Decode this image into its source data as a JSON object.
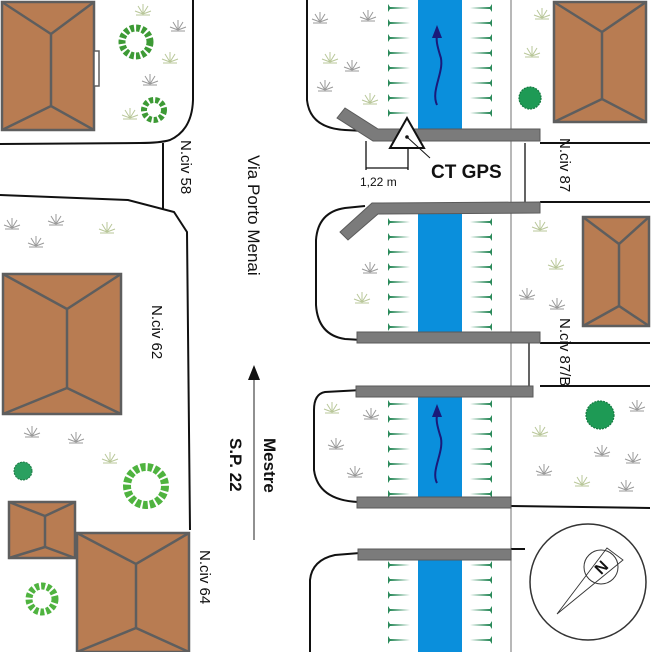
{
  "map": {
    "street": {
      "name": "Via Porto Menai",
      "road_code": "S.P. 22",
      "direction": "Mestre"
    },
    "house_numbers": [
      "N.civ 58",
      "N.civ 62",
      "N.civ 64",
      "N.civ 87",
      "N.civ 87/B"
    ],
    "control_point": {
      "label": "CT GPS",
      "offset_measure": "1,22 m"
    },
    "compass": {
      "letter": "N"
    },
    "colors": {
      "roof": "#b87c52",
      "canal": "#0a8fdc",
      "bridge": "#7b7b7b",
      "vegetation": "#2a8a5a",
      "flow_arrow": "#1a1a7a"
    }
  }
}
